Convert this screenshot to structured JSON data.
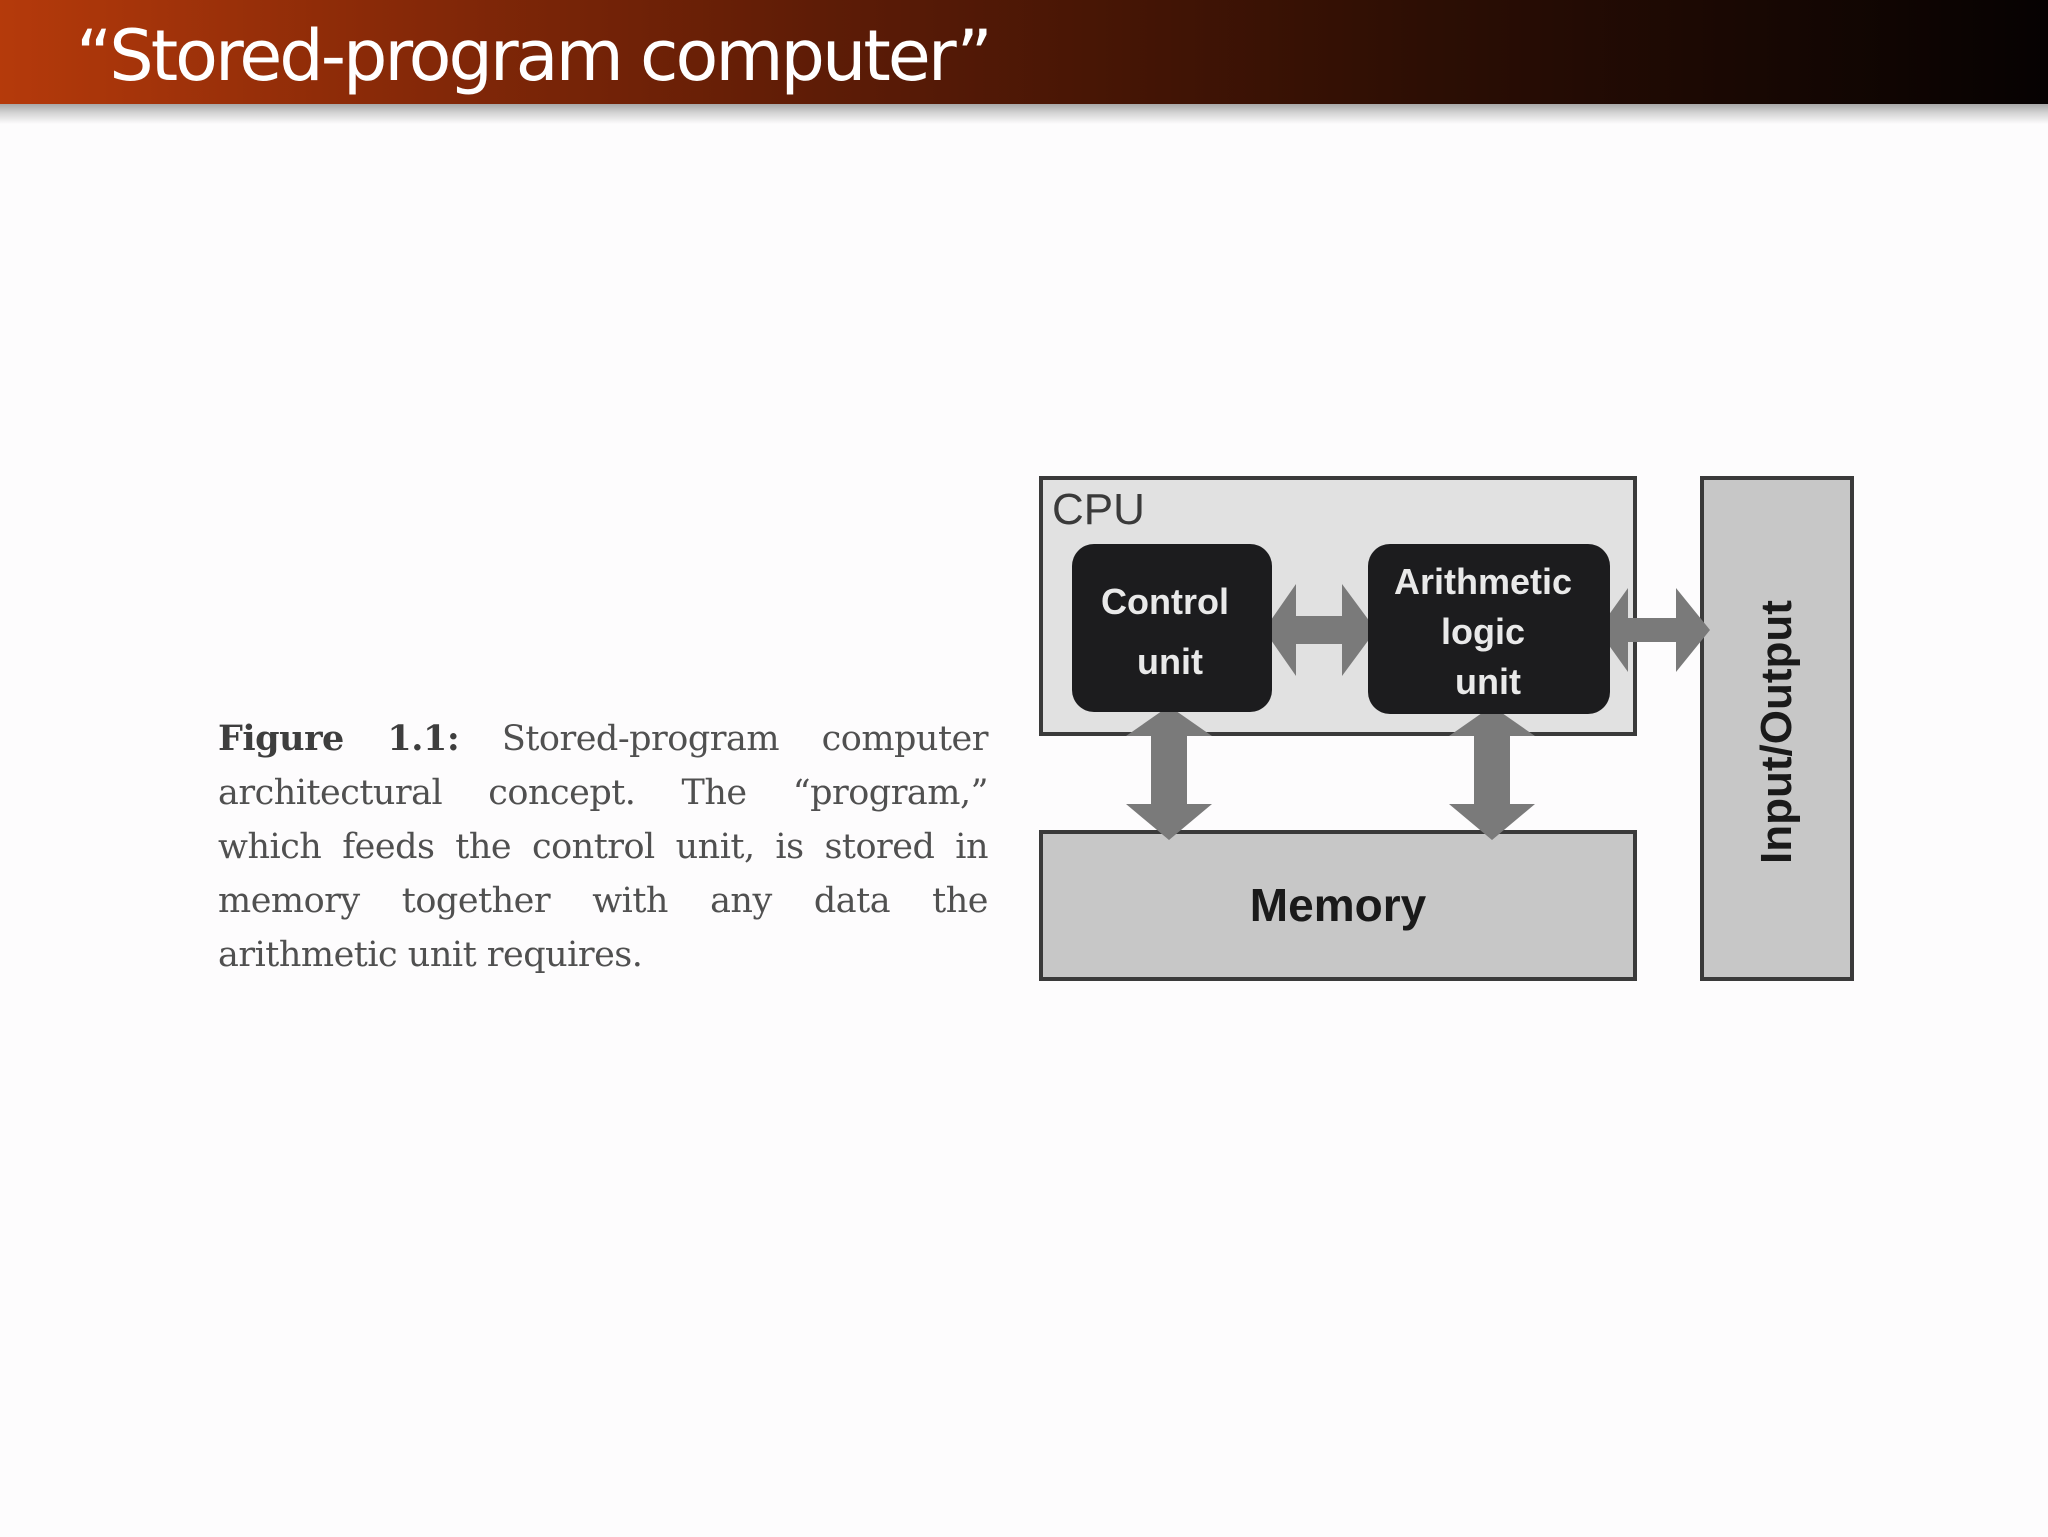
{
  "slide": {
    "title": "“Stored-program computer”"
  },
  "caption": {
    "label": "Figure 1.1:",
    "text": "Stored-program computer architectural concept. The “program,” which feeds the control unit, is stored in memory together with any data the arithmetic unit requires."
  },
  "diagram": {
    "cpu_label": "CPU",
    "control_unit": [
      "Control",
      "unit"
    ],
    "alu": [
      "Arithmetic",
      "logic",
      "unit"
    ],
    "memory": "Memory",
    "io": "Input/Output"
  }
}
